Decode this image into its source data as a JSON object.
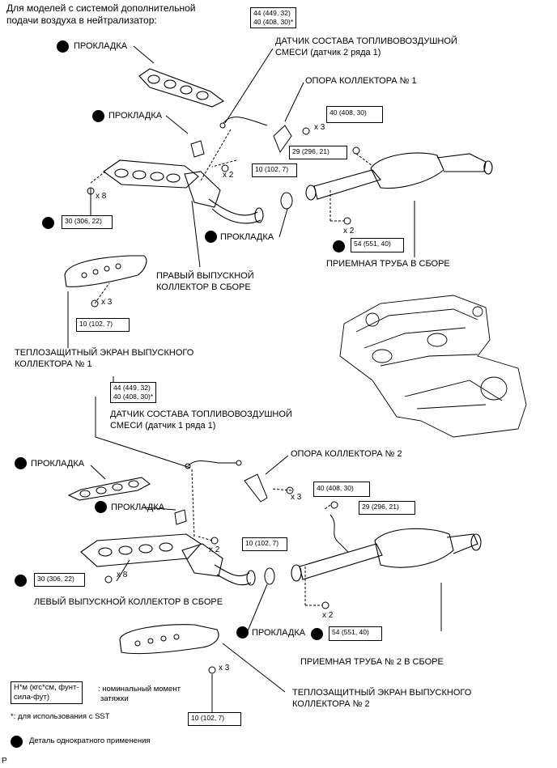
{
  "header": {
    "line1": "Для моделей с системой дополнительной",
    "line2": "подачи воздуха в нейтрализатор:"
  },
  "top": {
    "gasket_outer": "ПРОКЛАДКА",
    "gasket_inner": "ПРОКЛАДКА",
    "gasket_pipe": "ПРОКЛАДКА",
    "sensor_torque_1": "44 (449, 32)",
    "sensor_torque_2": "40 (408, 30)*",
    "sensor_label_1": "ДАТЧИК СОСТАВА ТОПЛИВОВОЗДУШНОЙ",
    "sensor_label_2": "СМЕСИ (датчик 2 ряда 1)",
    "stay_label": "ОПОРА КОЛЛЕКТОРА № 1",
    "stay_torque": "40 (408, 30)",
    "stay_mult": "x 3",
    "pipe_bolt_torque": "29 (296, 21)",
    "nut_torque": "10 (102, 7)",
    "nut_mult": "x 2",
    "manifold_nut_mult": "x 8",
    "manifold_torque": "30 (306, 22)",
    "pipe_nut_mult": "x 2",
    "pipe_nut_torque": "54 (551, 40)",
    "pipe_label": "ПРИЕМНАЯ ТРУБА В СБОРЕ",
    "manifold_label_1": "ПРАВЫЙ ВЫПУСКНОЙ",
    "manifold_label_2": "КОЛЛЕКТОР В СБОРЕ",
    "shield_mult": "x 3",
    "shield_torque": "10 (102, 7)",
    "shield_label_1": "ТЕПЛОЗАЩИТНЫЙ ЭКРАН ВЫПУСКНОГО",
    "shield_label_2": "КОЛЛЕКТОРА № 1"
  },
  "bottom": {
    "sensor_torque_1": "44 (449, 32)",
    "sensor_torque_2": "40 (408, 30)*",
    "sensor_label_1": "ДАТЧИК СОСТАВА ТОПЛИВОВОЗДУШНОЙ",
    "sensor_label_2": "СМЕСИ (датчик 1 ряда 1)",
    "stay_label": "ОПОРА КОЛЛЕКТОРА № 2",
    "gasket_outer": "ПРОКЛАДКА",
    "gasket_inner": "ПРОКЛАДКА",
    "stay_mult": "x 3",
    "stay_torque": "40 (408, 30)",
    "pipe_bolt_torque": "29 (296, 21)",
    "nut_mult": "x 2",
    "nut_torque": "10 (102, 7)",
    "manifold_torque": "30 (306, 22)",
    "manifold_mult": "x 8",
    "manifold_label": "ЛЕВЫЙ ВЫПУСКНОЙ КОЛЛЕКТОР В СБОРЕ",
    "pipe_nut_mult": "x 2",
    "gasket_pipe": "ПРОКЛАДКА",
    "pipe_nut_torque": "54 (551, 40)",
    "pipe_label": "ПРИЕМНАЯ ТРУБА № 2 В СБОРЕ",
    "shield_mult": "x 3",
    "shield_torque": "10 (102, 7)",
    "shield_label_1": "ТЕПЛОЗАЩИТНЫЙ ЭКРАН ВЫПУСКНОГО",
    "shield_label_2": "КОЛЛЕКТОРА № 2"
  },
  "legend": {
    "unit_box_1": "Н*м (кгс*см, фунт-",
    "unit_box_2": "сила-фут)",
    "unit_desc_1": ": номинальный момент",
    "unit_desc_2": "затяжки",
    "sst_note": "*: для использования с SST",
    "nonreuse": "Деталь однократного применения"
  },
  "footer_code": "P"
}
